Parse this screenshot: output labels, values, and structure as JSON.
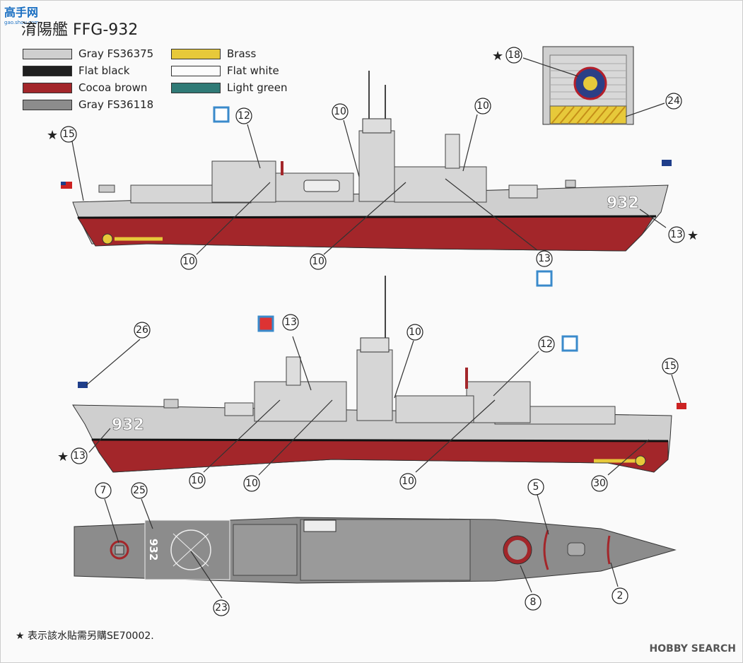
{
  "watermark": {
    "site": "高手网",
    "sub": "gao.shou.com"
  },
  "title": "淯陽艦 FFG-932",
  "legend": {
    "left": [
      {
        "label": "Gray FS36375",
        "color": "#cfcfcf"
      },
      {
        "label": "Flat black",
        "color": "#1f1f1f"
      },
      {
        "label": "Cocoa brown",
        "color": "#a3262a"
      },
      {
        "label": "Gray FS36118",
        "color": "#8c8c8c"
      }
    ],
    "right": [
      {
        "label": "Brass",
        "color": "#e7c93a"
      },
      {
        "label": "Flat white",
        "color": "#fcfcfc"
      },
      {
        "label": "Light green",
        "color": "#2f7a76"
      }
    ]
  },
  "hull_number": "932",
  "callouts": {
    "c18": "18",
    "c24": "24",
    "c15a": "15",
    "c12a": "12",
    "c10a": "10",
    "c10b": "10",
    "c13a": "13",
    "c10c": "10",
    "c10d": "10",
    "c13b": "13",
    "c26": "26",
    "c13c": "13",
    "c10e": "10",
    "c12b": "12",
    "c15b": "15",
    "c13d": "13",
    "c10f": "10",
    "c10g": "10",
    "c10h": "10",
    "c30": "30",
    "c7": "7",
    "c25": "25",
    "c5": "5",
    "c8": "8",
    "c2": "2",
    "c23": "23"
  },
  "star": "★",
  "footnote": "★ 表示該水貼需另購SE70002.",
  "brand": "HOBBY SEARCH"
}
